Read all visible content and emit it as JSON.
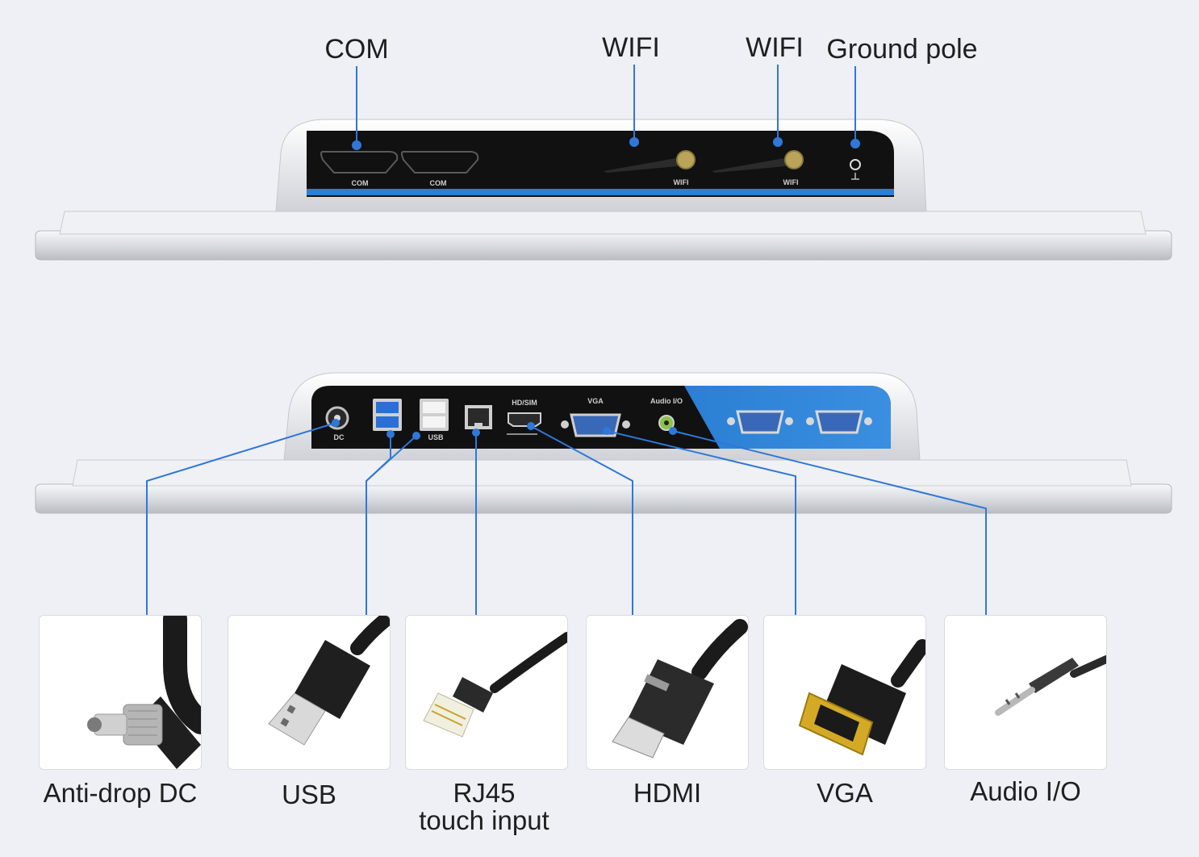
{
  "top_panel": {
    "callouts": {
      "com": "COM",
      "wifi_1": "WIFI",
      "wifi_2": "WIFI",
      "ground": "Ground pole"
    },
    "port_labels": {
      "com_1": "COM",
      "com_2": "COM",
      "wifi_1": "WIFI",
      "wifi_2": "WIFI"
    }
  },
  "bottom_panel": {
    "port_labels": {
      "dc": "DC",
      "usb": "USB",
      "hdmi": "HD/SIM",
      "vga": "VGA",
      "audio": "Audio I/O"
    }
  },
  "connectors": [
    {
      "id": "dc",
      "label": "Anti-drop DC",
      "icon": "dc-plug-icon"
    },
    {
      "id": "usb",
      "label": "USB",
      "icon": "usb-plug-icon"
    },
    {
      "id": "rj45",
      "label": "RJ45",
      "label_line2": "touch input",
      "icon": "rj45-plug-icon"
    },
    {
      "id": "hdmi",
      "label": "HDMI",
      "icon": "hdmi-plug-icon"
    },
    {
      "id": "vga",
      "label": "VGA",
      "icon": "vga-plug-icon"
    },
    {
      "id": "audio",
      "label": "Audio I/O",
      "icon": "audio-jack-icon"
    }
  ],
  "colors": {
    "background": "#eef0f5",
    "panel_dark": "#111111",
    "accent_blue": "#2a7fd6",
    "leader_line": "#2f78d8",
    "bezel": "#d8dbe0"
  }
}
